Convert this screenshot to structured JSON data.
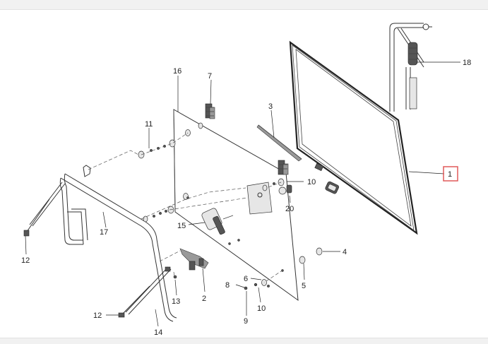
{
  "colors": {
    "highlight": "#e05a5a",
    "line": "#333333",
    "background": "#ffffff"
  },
  "callouts": {
    "c1": "1",
    "c2": "2",
    "c3": "3",
    "c4": "4",
    "c5": "5",
    "c6": "6",
    "c7": "7",
    "c8": "8",
    "c9": "9",
    "c10a": "10",
    "c10b": "10",
    "c11": "11",
    "c12a": "12",
    "c12b": "12",
    "c13": "13",
    "c14": "14",
    "c15": "15",
    "c16": "16",
    "c17": "17",
    "c18": "18",
    "c20": "20"
  }
}
